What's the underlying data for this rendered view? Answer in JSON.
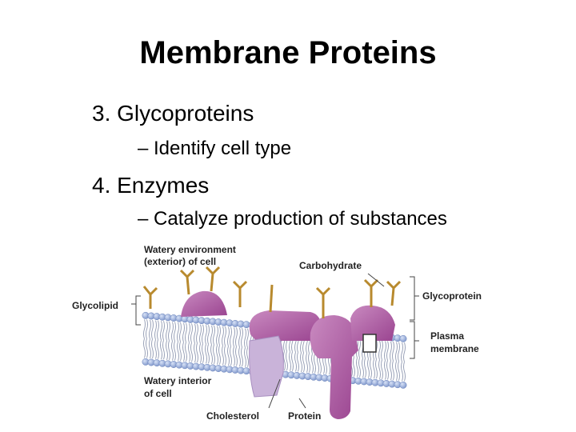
{
  "slide": {
    "title": "Membrane Proteins",
    "items": [
      {
        "heading": "3. Glycoproteins",
        "sub": "– Identify cell type"
      },
      {
        "heading": "4. Enzymes",
        "sub": "– Catalyze production of substances"
      }
    ]
  },
  "figure": {
    "labels": {
      "watery_env_line1": "Watery environment",
      "watery_env_line2": "(exterior) of cell",
      "carbohydrate": "Carbohydrate",
      "glycoprotein": "Glycoprotein",
      "glycolipid": "Glycolipid",
      "plasma_line1": "Plasma",
      "plasma_line2": "membrane",
      "watery_int_line1": "Watery interior",
      "watery_int_line2": "of cell",
      "cholesterol": "Cholesterol",
      "protein": "Protein"
    },
    "colors": {
      "head": "#8fa6d6",
      "protein": "#b55fa8",
      "cholesterol": "#c9b3d9",
      "carb": "#b88a2e"
    }
  }
}
